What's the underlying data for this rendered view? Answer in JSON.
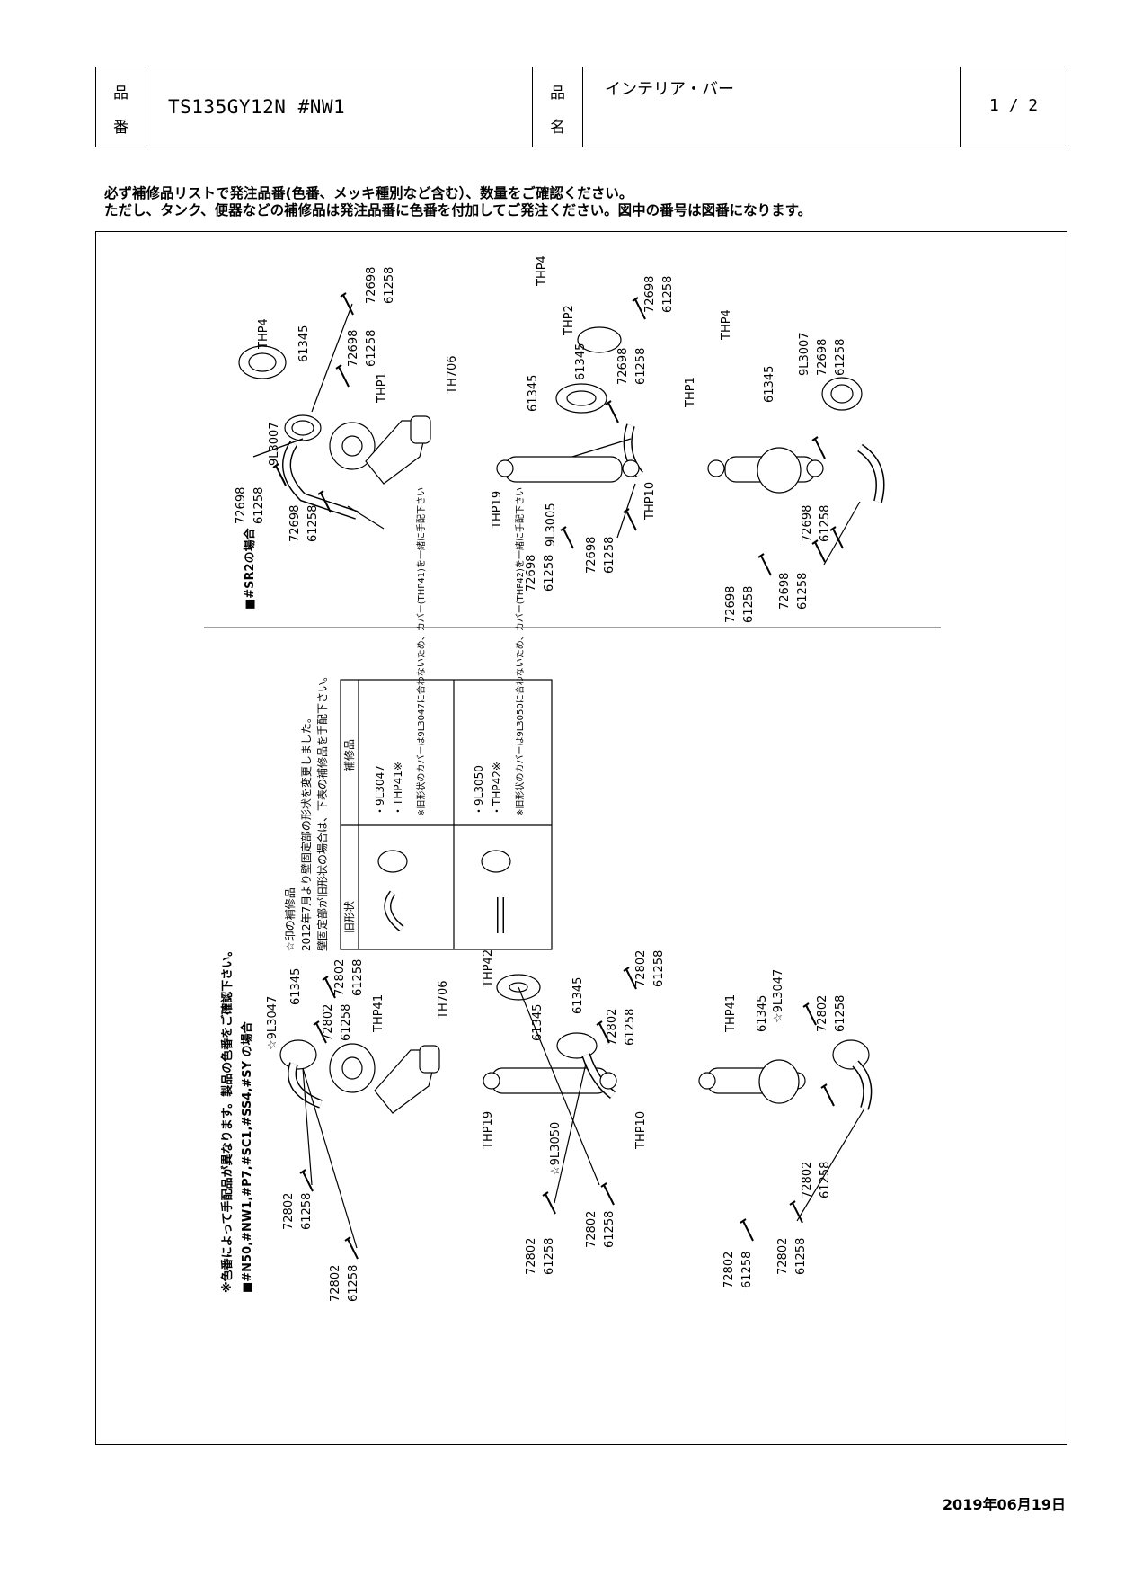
{
  "header": {
    "label_hin": "品",
    "label_ban": "番",
    "label_mei": "名",
    "part_number": "TS135GY12N #NW1",
    "product_name": "インテリア・バー",
    "page": "1 / 2"
  },
  "notes": [
    "必ず補修品リストで発注品番(色番、メッキ種別など含む）、数量をご確認ください。",
    "ただし、タンク、便器などの補修品は発注品番に色番を付加してご発注ください。図中の番号は図番になります。"
  ],
  "upper_diagram": {
    "caption": "■#SR2の場合",
    "parts": {
      "screw": "61258",
      "washer": "72698",
      "base_flange": "THP4",
      "cover": "THP2",
      "elbow": "9L3007",
      "joint_elbow": "9L3005",
      "screw_cap": "61345",
      "end_cover": "THP1",
      "holder": "TH706",
      "bar_long": "THP19",
      "bar_short": "THP10"
    }
  },
  "lower_diagram": {
    "caption": "■#N50,#NW1,#P7,#SC1,#SS4,#SY の場合",
    "color_note": "※色番によって手配品が異なります。製品の色番をご確認下さい。",
    "parts": {
      "screw": "61258",
      "washer": "72802",
      "elbow": "☆9L3047",
      "joint_elbow": "☆9L3050",
      "screw_cap": "61345",
      "end_cover": "THP41",
      "cover": "THP42",
      "holder": "TH706",
      "bar_long": "THP19",
      "bar_short": "THP10"
    }
  },
  "repair_note": {
    "lines": [
      "☆印の補修品",
      "2012年7月より壁固定部の形状を変更しました。",
      "壁固定部が旧形状の場合は、下表の補修品を手配下さい。"
    ],
    "col_old": "旧形状",
    "col_part": "補修品",
    "rows": [
      {
        "parts": [
          "・9L3047",
          "・THP41※"
        ],
        "note": "※旧形状のカバーは9L3047に合わないため、カバー(THP41)を一緒に手配下さい"
      },
      {
        "parts": [
          "・9L3050",
          "・THP42※"
        ],
        "note": "※旧形状のカバーは9L3050に合わないため、カバー(THP42)を一緒に手配下さい"
      }
    ]
  },
  "date": "2019年06月19日"
}
